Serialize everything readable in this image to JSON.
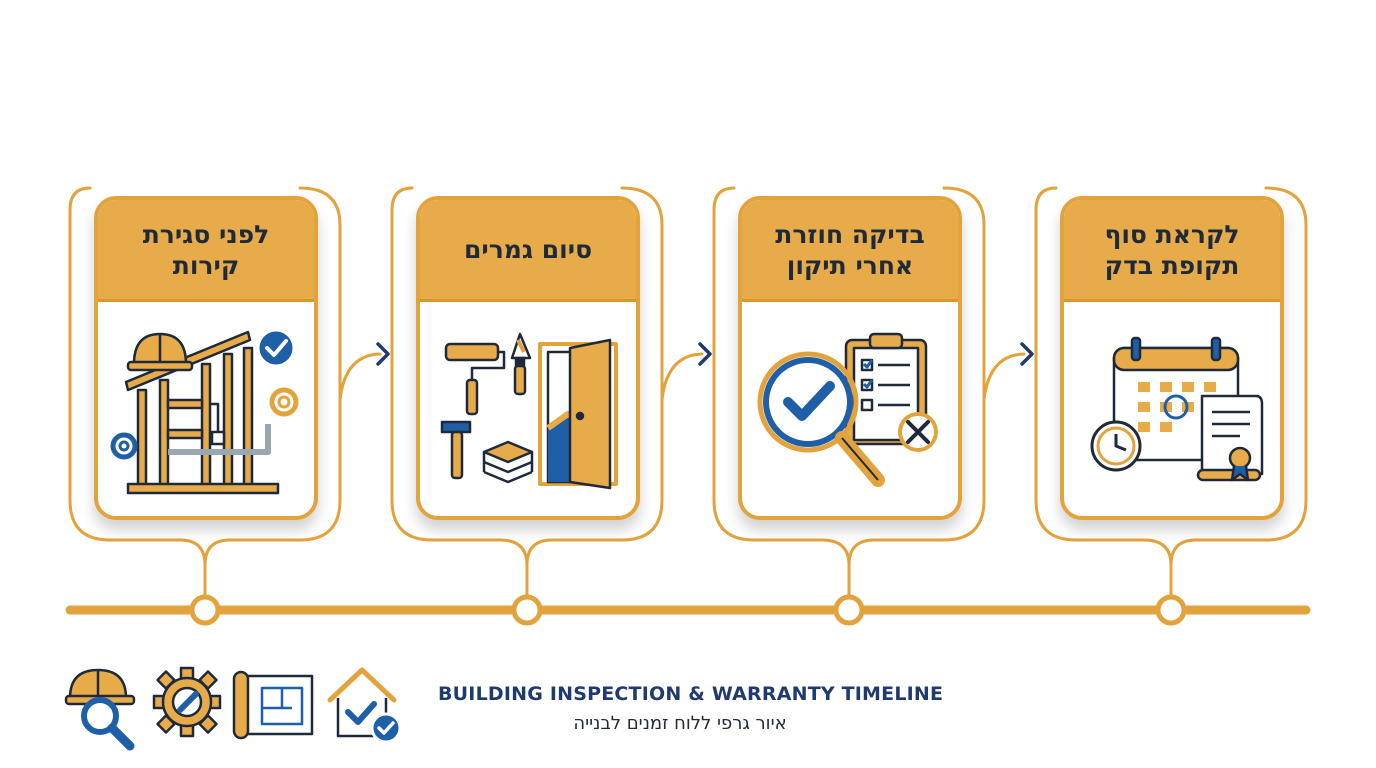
{
  "colors": {
    "gold": "#E3A33C",
    "header_gold": "#E8AB4A",
    "navy": "#1F3B6E",
    "blue": "#1F5FA8",
    "text_dark": "#1E2A3A"
  },
  "stages": [
    {
      "title_line1": "לפני סגירת",
      "title_line2": "קירות",
      "icon": "building-frame-inspection-icon"
    },
    {
      "title_line1": "סיום גמרים",
      "title_line2": "",
      "icon": "finishing-tools-icon"
    },
    {
      "title_line1": "בדיקה חוזרת",
      "title_line2": "אחרי תיקון",
      "icon": "checklist-magnifier-icon"
    },
    {
      "title_line1": "לקראת סוף",
      "title_line2": "תקופת בדק",
      "icon": "calendar-warranty-icon"
    }
  ],
  "legend_icons": [
    "hardhat-search-icon",
    "gear-wrench-icon",
    "blueprint-icon",
    "house-check-icon"
  ],
  "footer": {
    "title": "BUILDING INSPECTION & WARRANTY TIMELINE",
    "subtitle": "איור גרפי ללוח זמנים לבנייה"
  }
}
